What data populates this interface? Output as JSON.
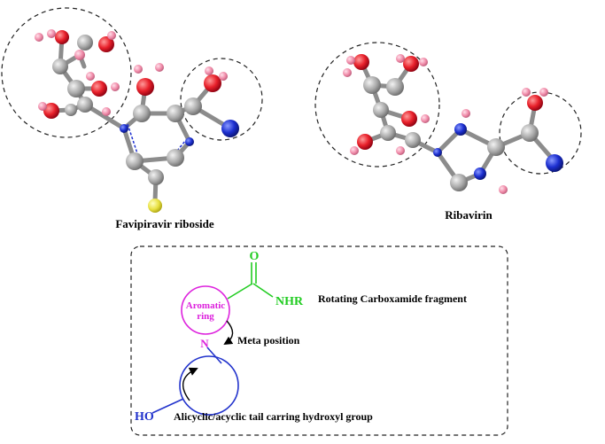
{
  "molecules": [
    {
      "id": "favipiravir",
      "caption": "Favipiravir riboside"
    },
    {
      "id": "ribavirin",
      "caption": "Ribavirin"
    }
  ],
  "scheme": {
    "carbonyl_o": "O",
    "amide_group": "NHR",
    "ring_label_line1": "Aromatic",
    "ring_label_line2": "ring",
    "nitrogen": "N",
    "hydroxyl": "HO",
    "carboxamide_note": "Rotating Carboxamide fragment",
    "meta_note": "Meta position",
    "tail_note": "Alicyclic/acyclic tail carring hydroxyl group"
  },
  "colors": {
    "oxygen": "#e8202a",
    "hydrogen": "#f08aa8",
    "carbon": "#a8a8a8",
    "nitrogen": "#1c2fd0",
    "fluorine": "#e8e040",
    "green": "#22cc22",
    "magenta": "#dd22dd",
    "blue": "#2233cc"
  }
}
